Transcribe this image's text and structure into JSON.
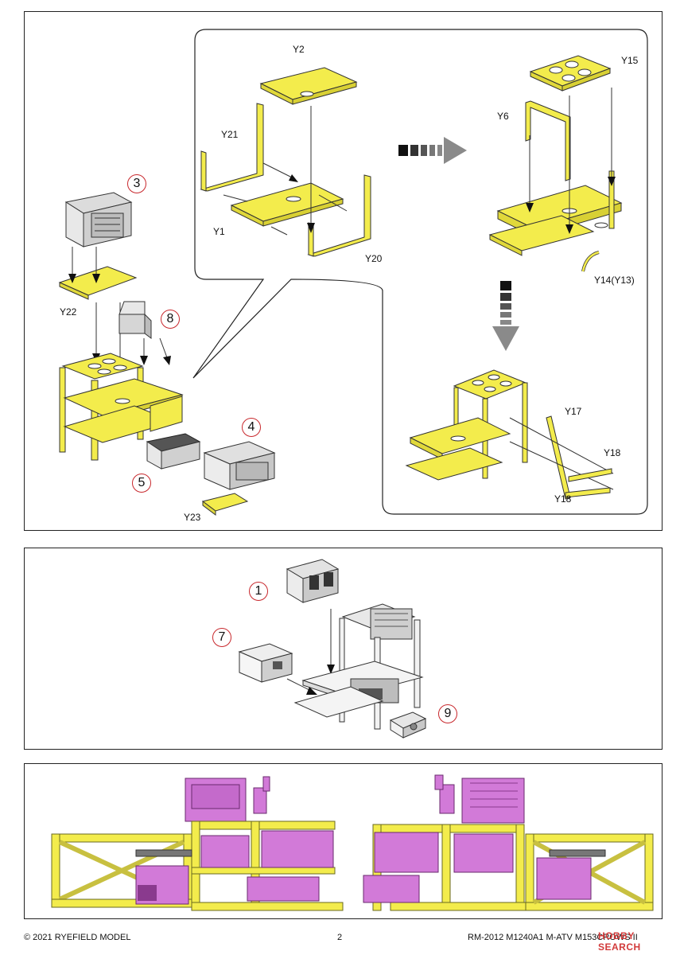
{
  "colors": {
    "yellow": "#f3ec4c",
    "magenta": "#d27ad8",
    "grey": "#bfbfbf",
    "circle": "#c8282d",
    "line": "#222222"
  },
  "panel1": {
    "parts": {
      "y2": "Y2",
      "y21": "Y21",
      "y1": "Y1",
      "y20": "Y20",
      "y15": "Y15",
      "y6": "Y6",
      "y14": "Y14(Y13)",
      "y17": "Y17",
      "y18a": "Y18",
      "y18b": "Y18",
      "y22": "Y22",
      "y23": "Y23"
    },
    "steps": {
      "s3": "3",
      "s8": "8",
      "s4": "4",
      "s5": "5"
    }
  },
  "panel2": {
    "steps": {
      "s1": "1",
      "s7": "7",
      "s9": "9"
    }
  },
  "footer": {
    "copyright": "© 2021 RYEFIELD MODEL",
    "page": "2",
    "product": "RM-2012 M1240A1 M-ATV M153CROWS II",
    "watermark": "HOBBY SEARCH"
  }
}
